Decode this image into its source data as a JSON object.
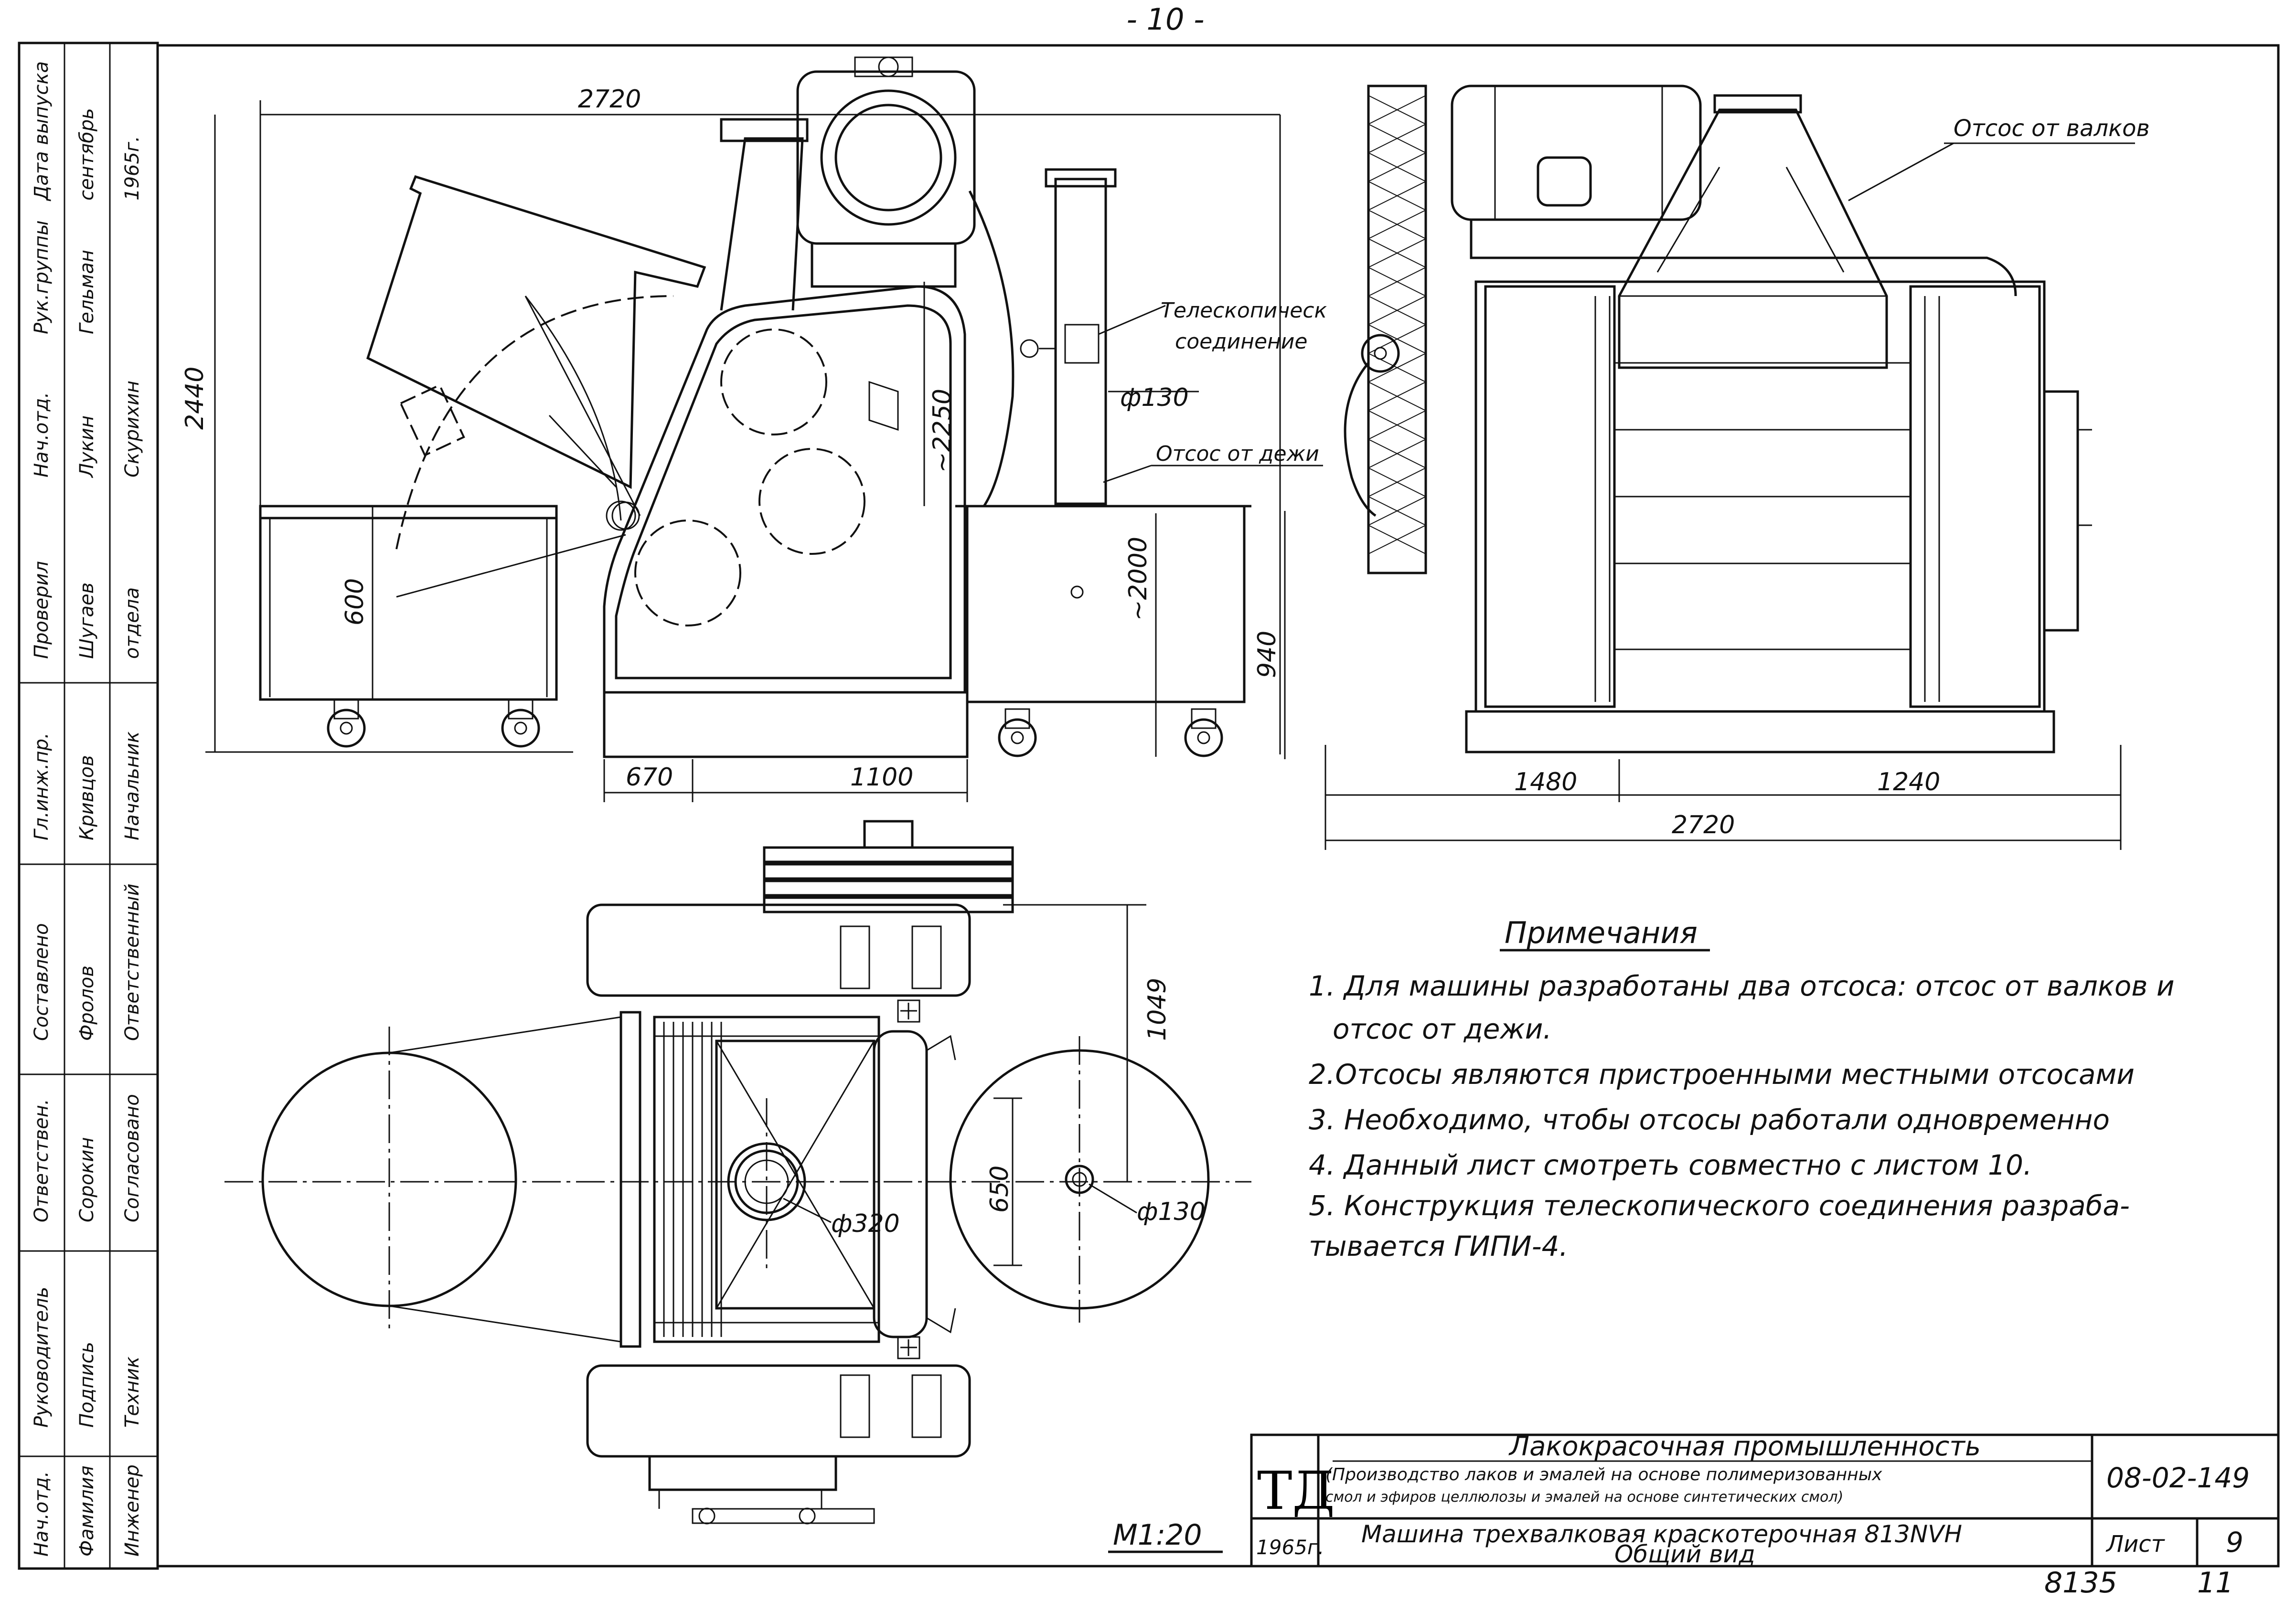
{
  "page_number": "- 10 -",
  "side_view": {
    "dims": {
      "overall_length": "2720",
      "height": "2440",
      "pipe_length": "~2250",
      "pipe_diameter": "ф130",
      "tank_height": "600",
      "base_height": "~2000",
      "floor_height": "940",
      "offset": "670",
      "base_length": "1100"
    },
    "labels": {
      "telescopic_1": "Телескопическ",
      "telescopic_2": "соединение",
      "suction_vat": "Отсос от дежи"
    }
  },
  "front_view": {
    "dims": {
      "left": "1480",
      "right": "1240",
      "total": "2720"
    },
    "labels": {
      "suction_rolls": "Отсос от валков"
    }
  },
  "plan_view": {
    "dims": {
      "height": "1049",
      "inner": "650",
      "hood_diameter": "ф320",
      "pipe_diameter": "ф130"
    },
    "scale": "М1:20"
  },
  "notes": {
    "title": "Примечания",
    "items": [
      "1. Для машины разработаны два отсоса: отсос от валков и",
      "отсос от дежи.",
      "2.Отсосы являются пристроенными местными отсосами",
      "3. Необходимо, чтобы отсосы работали одновременно",
      "4. Данный лист смотреть совместно с листом 10.",
      "5. Конструкция телескопического соединения разраба-",
      "тывается ГИПИ-4."
    ]
  },
  "title_block": {
    "logo": "ТД",
    "year": "1965г.",
    "line1": "Лакокрасочная промышленность",
    "line2": "(Производство лаков и эмалей на основе полимеризованных",
    "line3": "смол и эфиров целлюлозы и эмалей на основе синтетических смол)",
    "drawing_title_1": "Машина трехвалковая краскотерочная 813NVH",
    "drawing_title_2": "Общий вид",
    "code": "08-02-149",
    "sheet_label": "Лист",
    "sheet_number": "9",
    "archive_1": "8135",
    "archive_2": "11"
  },
  "sidebar": {
    "rows": [
      [
        "Нач.отд.",
        "Руководитель",
        "Ответствен.",
        "Составлено",
        "Гл.инж.пр.",
        "Проверил",
        "Нач.отд.",
        "Рук.группы",
        "Дата выпуска"
      ],
      [
        "Фамилия",
        "Подпись",
        "Сорокин",
        "Фролов",
        "Кривцов",
        "Шугаев",
        "Лукин",
        "Гельман",
        "сентябрь"
      ],
      [
        "Инженер",
        "Техник",
        "Согласовано",
        "Ответственный",
        "Начальник",
        "отдела",
        "Скурихин",
        "1965г."
      ]
    ]
  }
}
